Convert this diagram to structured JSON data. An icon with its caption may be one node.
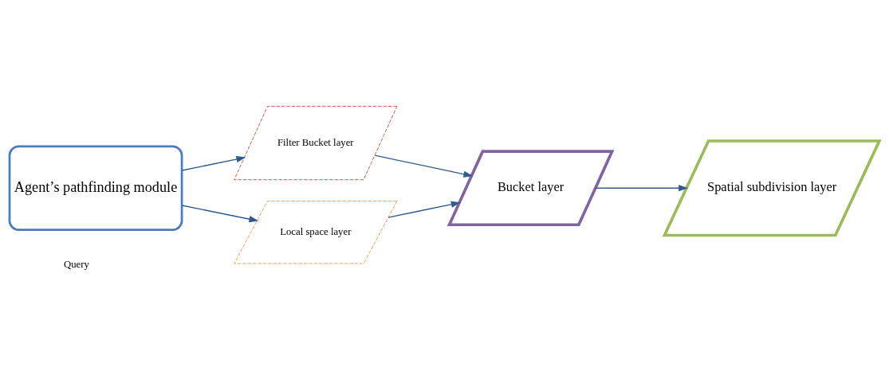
{
  "diagram": {
    "nodes": [
      {
        "text": [
          "Agent’s pathfinding module"
        ]
      },
      {
        "text": [
          "Filter Bucket layer"
        ]
      },
      {
        "text": [
          "Local space layer"
        ]
      },
      {
        "text": [
          "Bucket layer"
        ]
      },
      {
        "text": [
          "Spatial subdivision layer"
        ]
      }
    ],
    "edges": [
      {
        "from": 0,
        "to": 1,
        "arrow": "to"
      },
      {
        "from": 0,
        "to": 2,
        "arrow": "to"
      },
      {
        "from": 1,
        "to": 3,
        "arrow": "to"
      },
      {
        "from": 2,
        "to": 3,
        "arrow": "to"
      },
      {
        "from": 3,
        "to": 4,
        "arrow": "to"
      }
    ],
    "legend": [
      {
        "text": "Query"
      }
    ]
  }
}
